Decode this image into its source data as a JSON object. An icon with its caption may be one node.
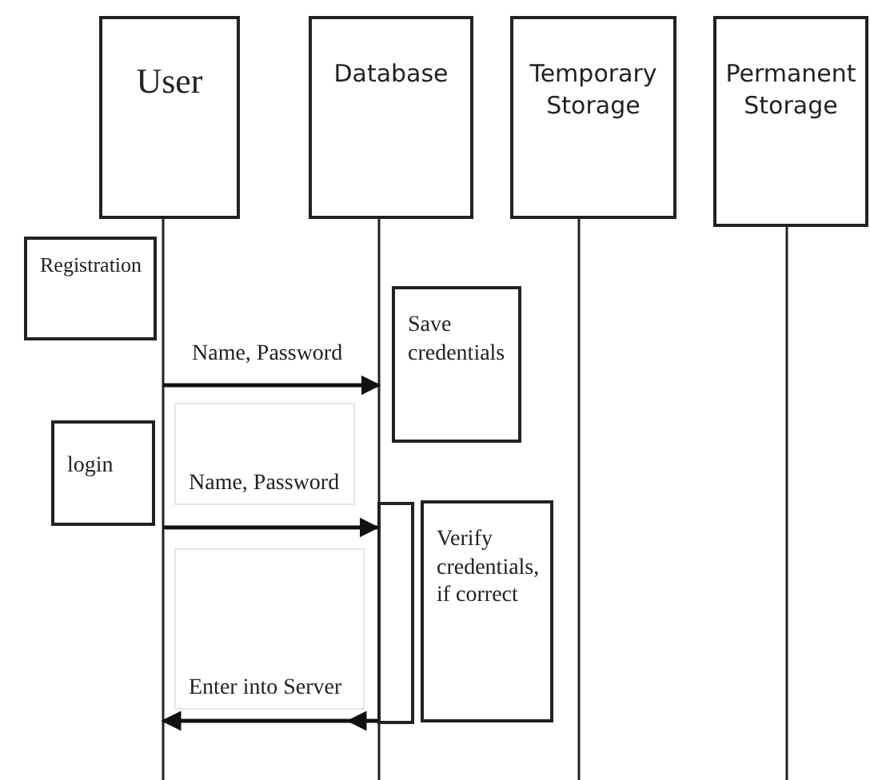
{
  "diagram": {
    "nodes": [
      {
        "text": [
          "User"
        ]
      },
      {
        "text": [
          "Database"
        ]
      },
      {
        "text": [
          "Temporary Storage"
        ]
      },
      {
        "text": [
          "Permanent Storage"
        ]
      },
      {
        "text": [
          "Registration"
        ]
      },
      {
        "text": [
          "login"
        ]
      },
      {
        "text": [
          "Save credentials"
        ]
      },
      {
        "text": [
          "Verify credentials, if correct"
        ]
      },
      {
        "text": [],
        "shape": "line"
      },
      {
        "text": [],
        "shape": "line"
      },
      {
        "text": [],
        "shape": "line"
      },
      {
        "text": [],
        "shape": "line"
      },
      {
        "text": [],
        "shape": "bar"
      }
    ],
    "edges": [
      {
        "from": 8,
        "to": 9,
        "arrow": "to",
        "label": "Name, Password"
      },
      {
        "from": 8,
        "to": 12,
        "arrow": "to",
        "label": "Name, Password"
      },
      {
        "from": 12,
        "to": 8,
        "arrow": "to",
        "label": "Enter into Server"
      }
    ]
  }
}
